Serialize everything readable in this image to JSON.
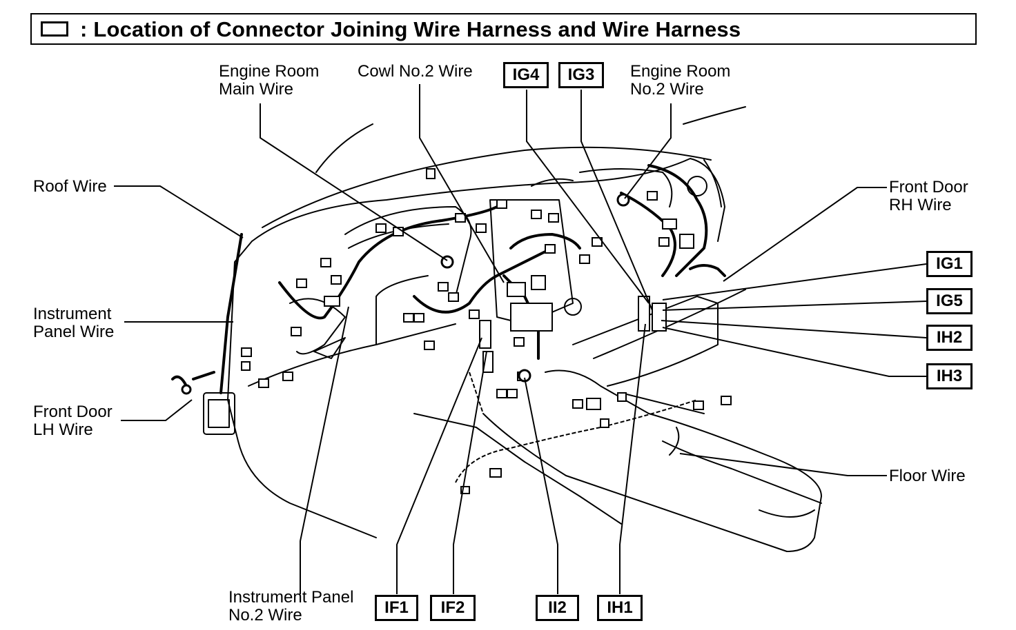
{
  "title": ": Location of Connector Joining Wire Harness and Wire Harness",
  "labels": {
    "engine_room_main": "Engine Room\nMain Wire",
    "cowl_no2": "Cowl No.2 Wire",
    "engine_room_no2": "Engine Room\nNo.2 Wire",
    "roof": "Roof Wire",
    "instrument_panel": "Instrument\nPanel Wire",
    "front_door_lh": "Front Door\nLH Wire",
    "front_door_rh": "Front Door\nRH Wire",
    "floor": "Floor Wire",
    "instrument_panel_no2": "Instrument Panel\nNo.2 Wire"
  },
  "codes": {
    "ig4": "IG4",
    "ig3": "IG3",
    "ig1": "IG1",
    "ig5": "IG5",
    "ih2": "IH2",
    "ih3": "IH3",
    "if1": "IF1",
    "if2": "IF2",
    "ii2": "II2",
    "ih1": "IH1"
  }
}
